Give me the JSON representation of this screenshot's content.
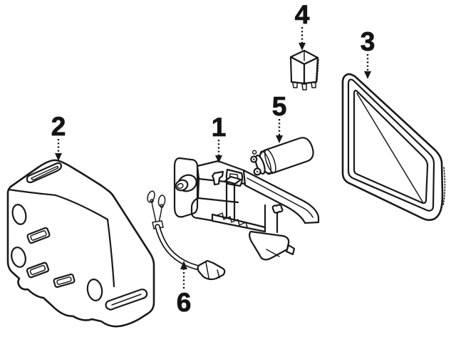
{
  "diagram": {
    "background_color": "#ffffff",
    "line_color": "#191919",
    "callouts": [
      {
        "number": "1",
        "part": "mounting-bracket"
      },
      {
        "number": "2",
        "part": "reservoir-tank"
      },
      {
        "number": "3",
        "part": "window-seal"
      },
      {
        "number": "4",
        "part": "relay"
      },
      {
        "number": "5",
        "part": "pump-motor"
      },
      {
        "number": "6",
        "part": "wiring-harness"
      }
    ]
  }
}
